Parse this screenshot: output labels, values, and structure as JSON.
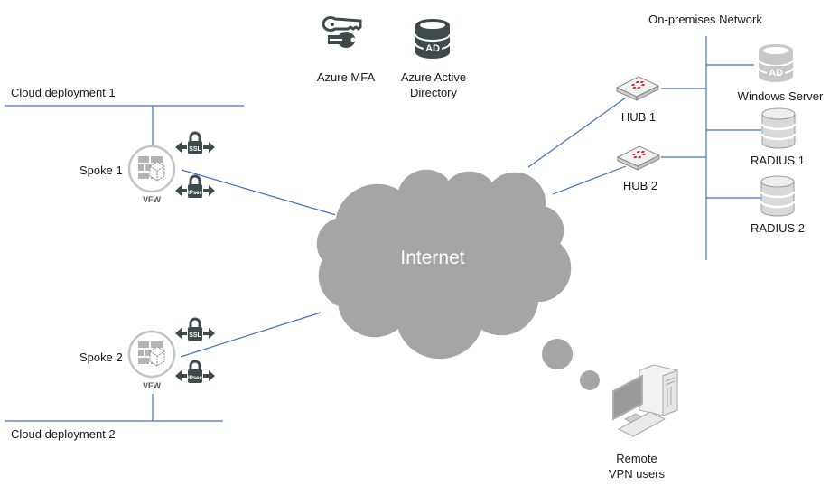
{
  "title": "Azure MFA VPN network topology",
  "colors": {
    "link": "#4472c4",
    "cloud": "#a5a5a5",
    "icon_dark": "#3f4b4b",
    "icon_light": "#c8c8c8",
    "fortinet_red": "#e0262d",
    "text": "#1a1a1a"
  },
  "cloud": {
    "label": "Internet"
  },
  "services": {
    "mfa": {
      "label": "Azure MFA",
      "icon": "keys-icon"
    },
    "aad": {
      "label_line1": "Azure Active",
      "label_line2": "Directory",
      "icon": "ad-database-icon",
      "badge": "AD"
    }
  },
  "onprem": {
    "title": "On-premises Network",
    "hubs": [
      {
        "label": "HUB 1",
        "icon": "fortigate-appliance-icon"
      },
      {
        "label": "HUB 2",
        "icon": "fortigate-appliance-icon"
      }
    ],
    "servers": [
      {
        "label": "Windows Server",
        "icon": "ad-database-icon",
        "badge": "AD"
      },
      {
        "label": "RADIUS 1",
        "icon": "database-icon"
      },
      {
        "label": "RADIUS 2",
        "icon": "database-icon"
      }
    ]
  },
  "spokes": [
    {
      "label": "Spoke 1",
      "device": "VFW",
      "deployment": "Cloud deployment 1",
      "tunnels": [
        "SSL",
        "IPsec"
      ]
    },
    {
      "label": "Spoke 2",
      "device": "VFW",
      "deployment": "Cloud deployment 2",
      "tunnels": [
        "SSL",
        "IPsec"
      ]
    }
  ],
  "remote": {
    "label_line1": "Remote",
    "label_line2": "VPN users",
    "icon": "desktop-computer-icon"
  }
}
